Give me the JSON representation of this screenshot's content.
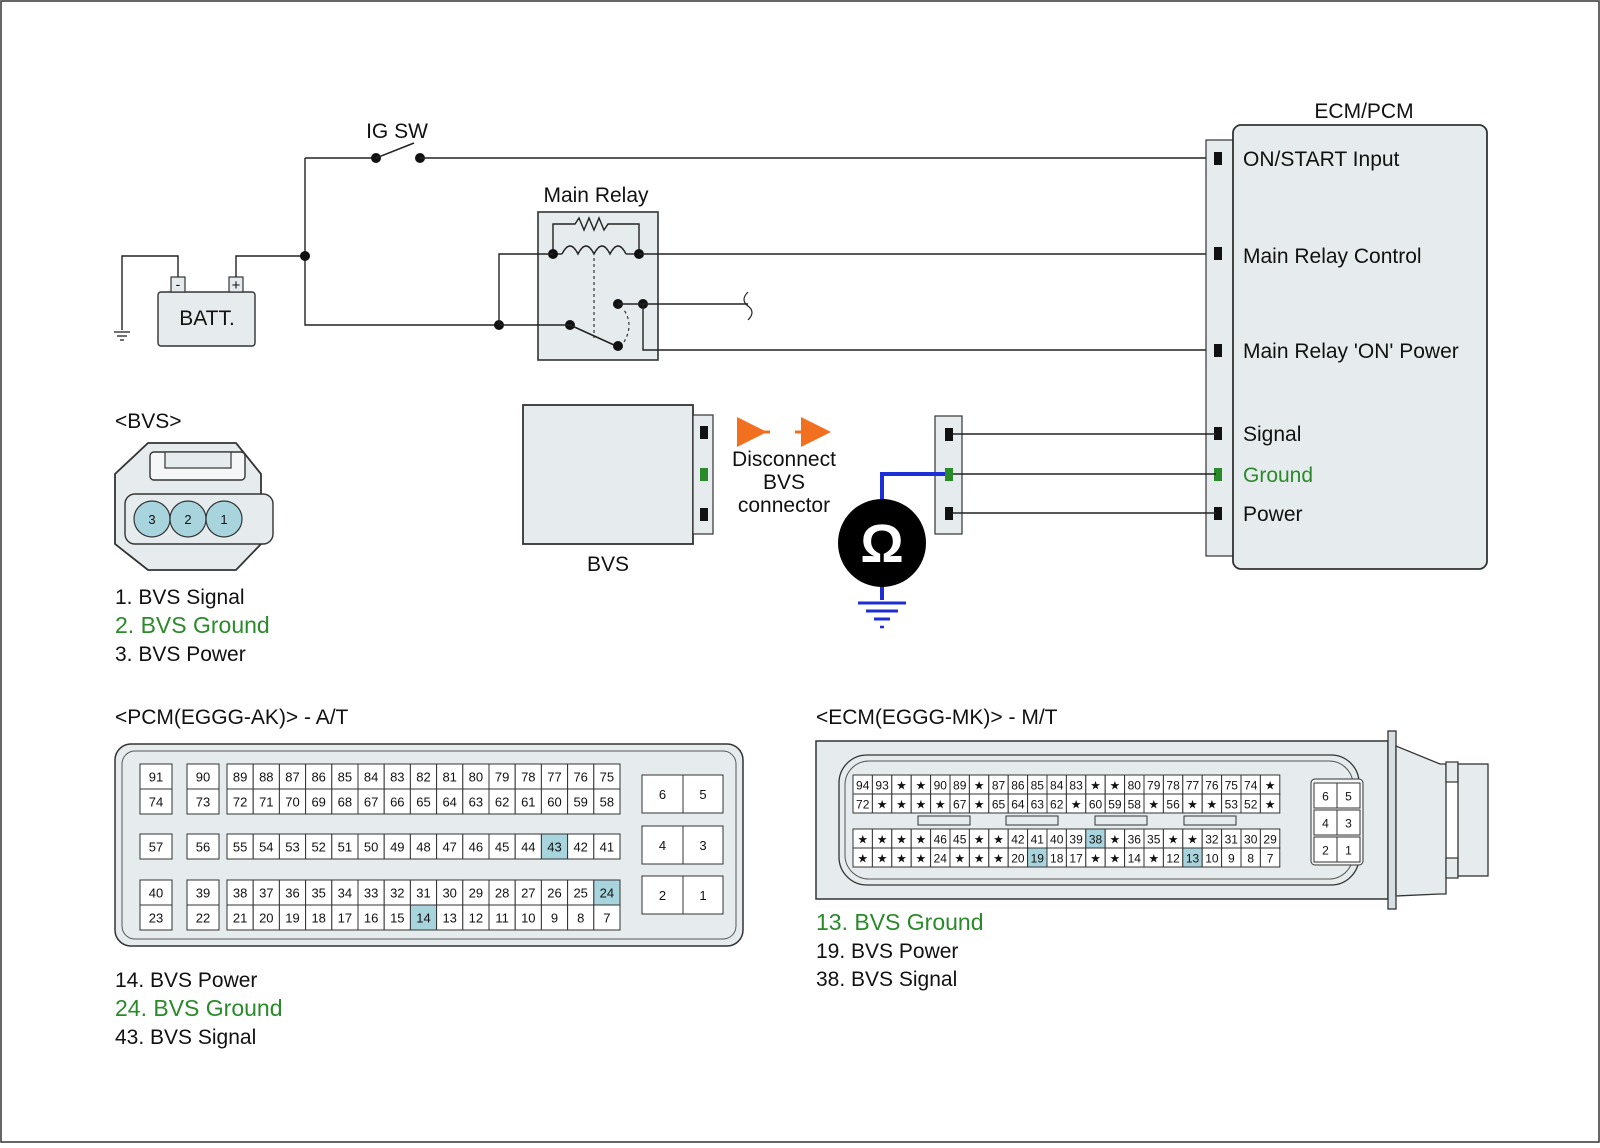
{
  "colors": {
    "ground": "#2a8a2a",
    "highlight": "#a8d4de",
    "panel": "#e6ecee",
    "probe_wire": "#1c2fd6",
    "arrow": "#f07020"
  },
  "circuit": {
    "ig_sw": "IG SW",
    "main_relay": "Main Relay",
    "battery": "BATT.",
    "battery_minus": "-",
    "battery_plus": "+",
    "ecm_title": "ECM/PCM",
    "ecm_terminals": [
      "ON/START Input",
      "Main Relay Control",
      "Main Relay 'ON' Power",
      "Signal",
      "Ground",
      "Power"
    ],
    "bvs_label": "BVS",
    "disconnect_lines": [
      "Disconnect",
      "BVS",
      "connector"
    ],
    "ohm_symbol": "Ω"
  },
  "bvs_connector": {
    "title": "<BVS>",
    "pins": [
      "3",
      "2",
      "1"
    ],
    "legend": [
      "1. BVS Signal",
      "2. BVS Ground",
      "3. BVS Power"
    ]
  },
  "pcm": {
    "title": "<PCM(EGGG-AK)> - A/T",
    "row1_small": [
      "91",
      "90"
    ],
    "row1": [
      "89",
      "88",
      "87",
      "86",
      "85",
      "84",
      "83",
      "82",
      "81",
      "80",
      "79",
      "78",
      "77",
      "76",
      "75"
    ],
    "row2_small": [
      "74",
      "73"
    ],
    "row2": [
      "72",
      "71",
      "70",
      "69",
      "68",
      "67",
      "66",
      "65",
      "64",
      "63",
      "62",
      "61",
      "60",
      "59",
      "58"
    ],
    "row3_small": [
      "57",
      "56"
    ],
    "row3": [
      "55",
      "54",
      "53",
      "52",
      "51",
      "50",
      "49",
      "48",
      "47",
      "46",
      "45",
      "44",
      "43",
      "42",
      "41"
    ],
    "row4_small": [
      "40",
      "39"
    ],
    "row4": [
      "38",
      "37",
      "36",
      "35",
      "34",
      "33",
      "32",
      "31",
      "30",
      "29",
      "28",
      "27",
      "26",
      "25",
      "24"
    ],
    "row5_small": [
      "23",
      "22"
    ],
    "row5": [
      "21",
      "20",
      "19",
      "18",
      "17",
      "16",
      "15",
      "14",
      "13",
      "12",
      "11",
      "10",
      "9",
      "8",
      "7"
    ],
    "right_pins": [
      "6",
      "5",
      "4",
      "3",
      "2",
      "1"
    ],
    "highlighted": [
      "43",
      "24",
      "14"
    ],
    "legend": [
      "14. BVS Power",
      "24. BVS Ground",
      "43. BVS Signal"
    ]
  },
  "ecm": {
    "title": "<ECM(EGGG-MK)> - M/T",
    "row1": [
      "94",
      "93",
      "★",
      "★",
      "90",
      "89",
      "★",
      "87",
      "86",
      "85",
      "84",
      "83",
      "★",
      "★",
      "80",
      "79",
      "78",
      "77",
      "76",
      "75",
      "74",
      "★"
    ],
    "row2": [
      "72",
      "★",
      "★",
      "★",
      "★",
      "67",
      "★",
      "65",
      "64",
      "63",
      "62",
      "★",
      "60",
      "59",
      "58",
      "★",
      "56",
      "★",
      "★",
      "53",
      "52",
      "★"
    ],
    "row3": [
      "★",
      "★",
      "★",
      "★",
      "46",
      "45",
      "★",
      "★",
      "42",
      "41",
      "40",
      "39",
      "38",
      "★",
      "36",
      "35",
      "★",
      "★",
      "32",
      "31",
      "30",
      "29"
    ],
    "row4": [
      "★",
      "★",
      "★",
      "★",
      "24",
      "★",
      "★",
      "★",
      "20",
      "19",
      "18",
      "17",
      "★",
      "★",
      "14",
      "★",
      "12",
      "13",
      "10",
      "9",
      "8",
      "7"
    ],
    "right_pins": [
      "6",
      "5",
      "4",
      "3",
      "2",
      "1"
    ],
    "highlighted": [
      "38",
      "19",
      "13"
    ],
    "legend": [
      "13. BVS Ground",
      "19. BVS Power",
      "38. BVS Signal"
    ]
  }
}
